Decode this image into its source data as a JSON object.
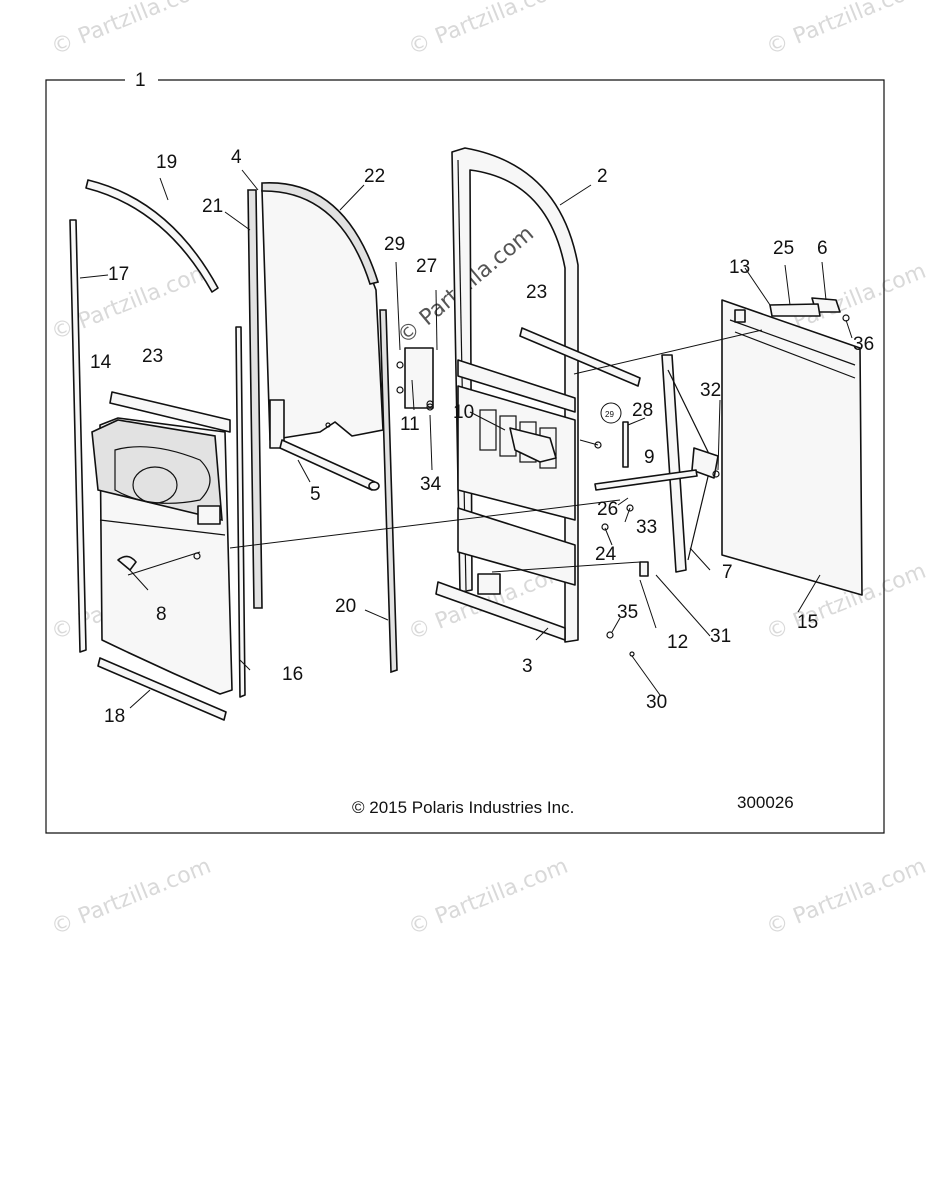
{
  "diagram": {
    "assembly_callout": "1",
    "copyright": "© 2015 Polaris Industries Inc.",
    "diagram_number": "300026",
    "watermark": "© Partzilla.com",
    "callout_29_badge": "29",
    "callouts": {
      "c2": "2",
      "c3": "3",
      "c4": "4",
      "c5": "5",
      "c6": "6",
      "c7": "7",
      "c8": "8",
      "c9": "9",
      "c10": "10",
      "c11": "11",
      "c12": "12",
      "c13": "13",
      "c14": "14",
      "c15": "15",
      "c16": "16",
      "c17": "17",
      "c18": "18",
      "c19": "19",
      "c20": "20",
      "c21": "21",
      "c22": "22",
      "c23a": "23",
      "c23b": "23",
      "c24": "24",
      "c25": "25",
      "c26": "26",
      "c27": "27",
      "c28": "28",
      "c29": "29",
      "c30": "30",
      "c31": "31",
      "c32": "32",
      "c33": "33",
      "c34": "34",
      "c35": "35",
      "c36": "36"
    }
  }
}
